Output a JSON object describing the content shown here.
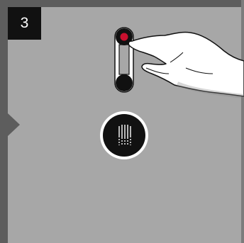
{
  "step": {
    "number": "3"
  },
  "colors": {
    "background": "#a7a7a7",
    "frame": "#5d5d5d",
    "badge": "#111111",
    "control_fill": "#111111",
    "control_ring": "#ffffff",
    "accent_red": "#c8102e"
  },
  "icons": {
    "selector_knob": "two-position-rocker-knob",
    "dial": "striped-dial-icon",
    "hand": "pointing-hand-icon",
    "nav_arrow": "left-arrow-notch"
  }
}
